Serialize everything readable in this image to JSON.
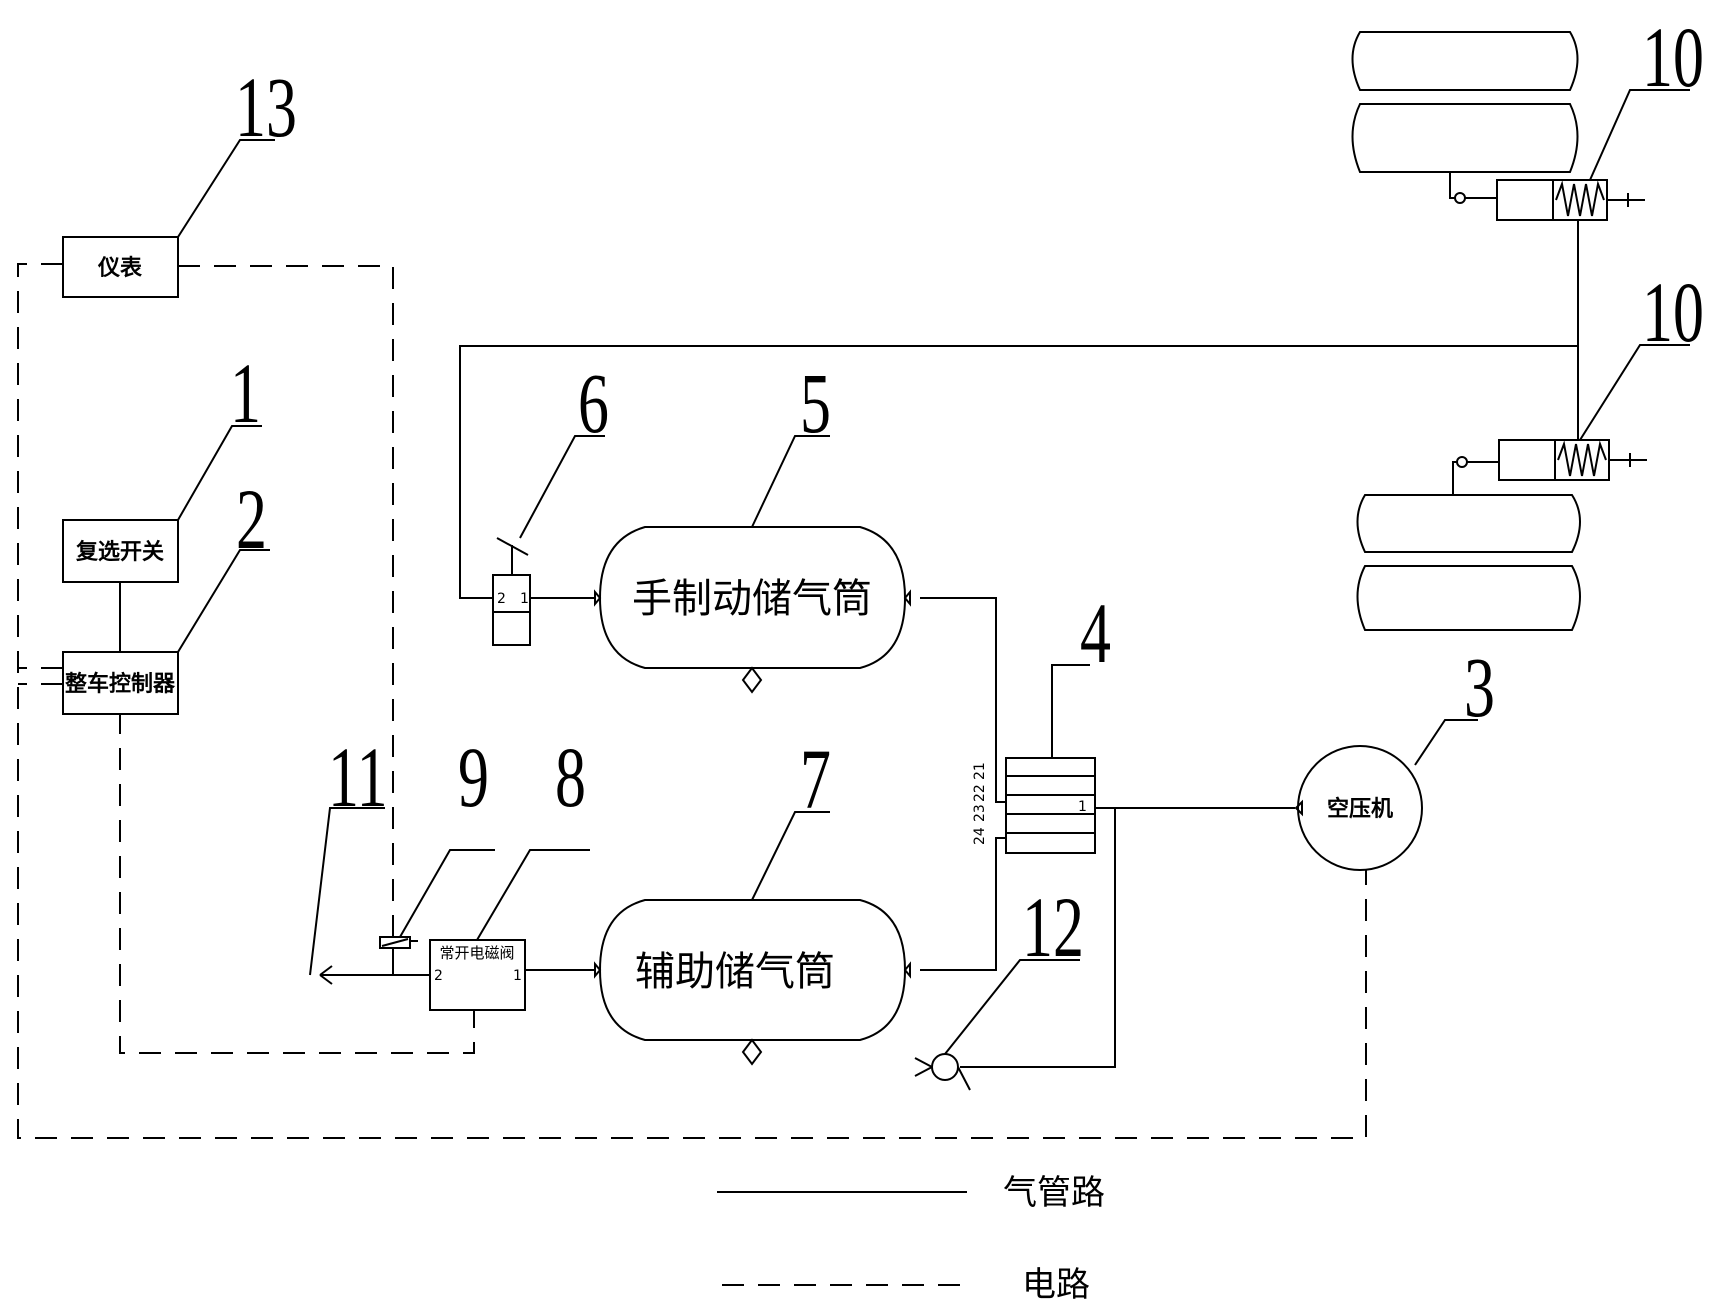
{
  "components": {
    "meter": "仪表",
    "selector_switch": "复选开关",
    "vehicle_controller": "整车控制器",
    "compressor": "空压机",
    "hand_brake_tank": "手制动储气筒",
    "aux_tank": "辅助储气筒",
    "solenoid_valve": "常开电磁阀"
  },
  "callouts": {
    "n1": "1",
    "n2": "2",
    "n3": "3",
    "n4": "4",
    "n5": "5",
    "n6": "6",
    "n7": "7",
    "n8": "8",
    "n9": "9",
    "n10a": "10",
    "n10b": "10",
    "n11": "11",
    "n12": "12",
    "n13": "13"
  },
  "ports": {
    "valve6_in": "1",
    "valve6_out": "2",
    "valve8_in": "1",
    "valve8_out": "2",
    "four_circuit_in": "1",
    "four_circuit_out_a": "21",
    "four_circuit_out_b": "22",
    "four_circuit_out_c": "23",
    "four_circuit_out_d": "24"
  },
  "legend": {
    "air_line": "气管路",
    "circuit": "电路"
  }
}
